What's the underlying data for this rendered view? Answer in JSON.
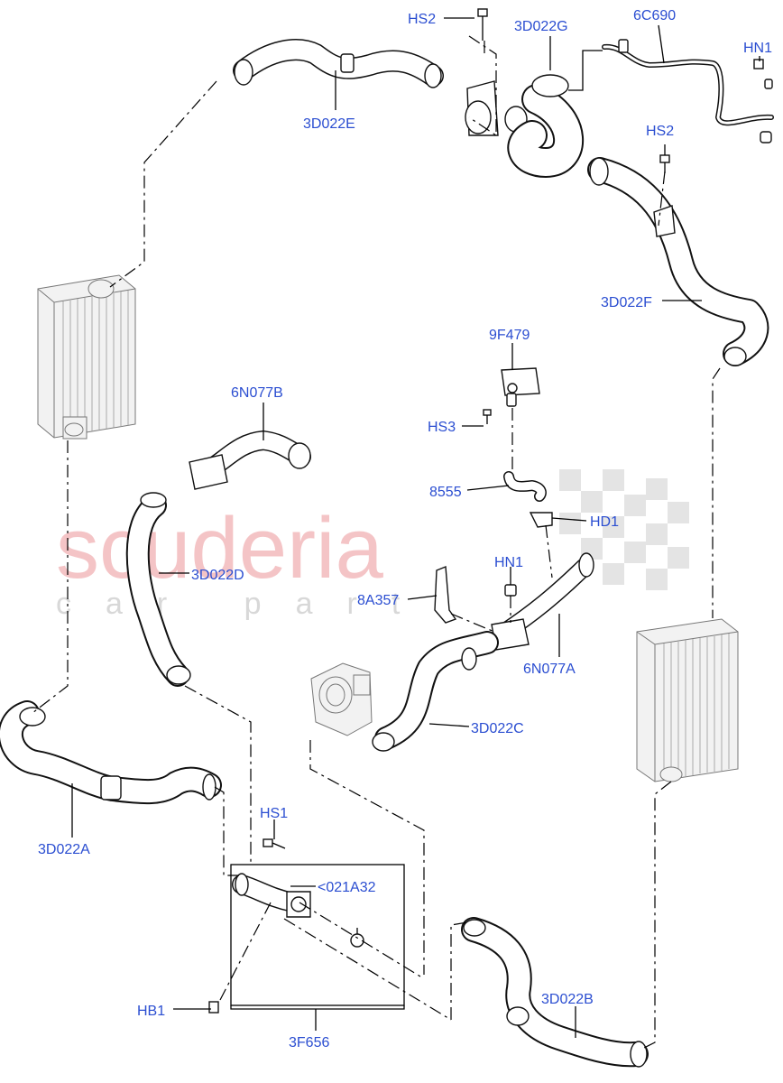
{
  "watermark": {
    "brand": "scuderia",
    "tagline": "car parts"
  },
  "callouts": [
    {
      "id": "hs2-top",
      "label": "HS2"
    },
    {
      "id": "3d022g",
      "label": "3D022G"
    },
    {
      "id": "6c690",
      "label": "6C690"
    },
    {
      "id": "hn1-top",
      "label": "HN1"
    },
    {
      "id": "3d022e",
      "label": "3D022E"
    },
    {
      "id": "hs2-right",
      "label": "HS2"
    },
    {
      "id": "3d022f",
      "label": "3D022F"
    },
    {
      "id": "9f479",
      "label": "9F479"
    },
    {
      "id": "6n077b",
      "label": "6N077B"
    },
    {
      "id": "hs3",
      "label": "HS3"
    },
    {
      "id": "8555",
      "label": "8555"
    },
    {
      "id": "hd1",
      "label": "HD1"
    },
    {
      "id": "3d022d",
      "label": "3D022D"
    },
    {
      "id": "hn1-mid",
      "label": "HN1"
    },
    {
      "id": "8a357",
      "label": "8A357"
    },
    {
      "id": "6n077a",
      "label": "6N077A"
    },
    {
      "id": "3d022c",
      "label": "3D022C"
    },
    {
      "id": "3d022a",
      "label": "3D022A"
    },
    {
      "id": "hs1",
      "label": "HS1"
    },
    {
      "id": "021a32",
      "label": "<021A32"
    },
    {
      "id": "hb1",
      "label": "HB1"
    },
    {
      "id": "3d022b",
      "label": "3D022B"
    },
    {
      "id": "3f656",
      "label": "3F656"
    }
  ]
}
